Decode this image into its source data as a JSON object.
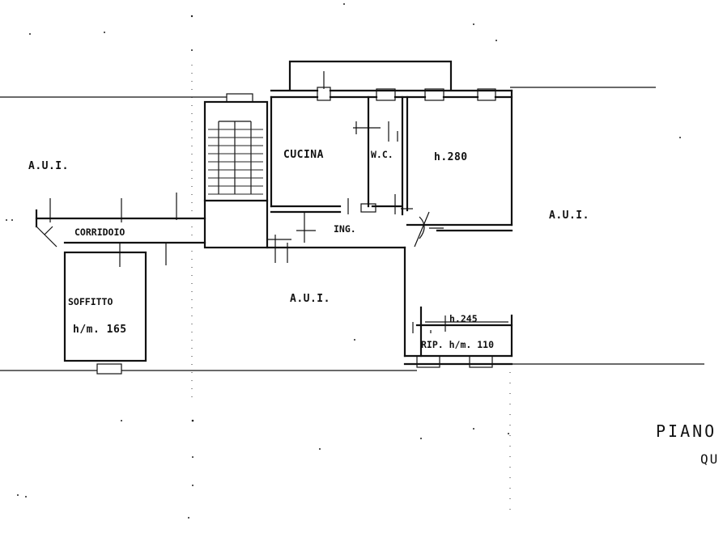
{
  "rooms": {
    "aui_left": "A.U.I.",
    "aui_right": "A.U.I.",
    "aui_center": "A.U.I.",
    "cucina": "CUCINA",
    "wc": "W.C.",
    "height_280": "h.280",
    "ing": "ING.",
    "corridoio": "CORRIDOIO",
    "soffitto": "SOFFITTO",
    "soffitto_h": "h/m. 165",
    "height_245": "h.245",
    "rip": "RIP. h/m. 110"
  },
  "title": {
    "line1": "PIANO",
    "line2": "QU"
  }
}
